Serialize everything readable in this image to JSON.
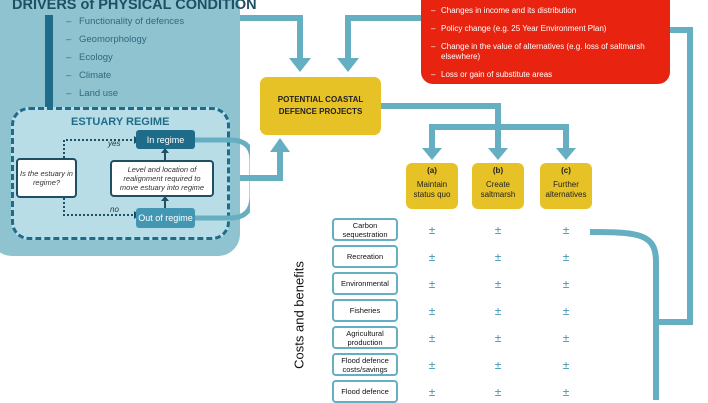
{
  "drivers": {
    "title": "DRIVERS of PHYSICAL CONDITION",
    "items": [
      "Functionality of defences",
      "Geomorphology",
      "Ecology",
      "Climate",
      "Land use"
    ]
  },
  "estuary": {
    "title": "ESTUARY REGIME",
    "question": "Is the estuary in regime?",
    "realignment": "Level and location of realignment required to move estuary into regime",
    "in_regime": "In regime",
    "out_regime": "Out of regime",
    "yes": "yes",
    "no": "no"
  },
  "economic": {
    "items": [
      "Changes in income and its distribution",
      "Policy change (e.g. 25 Year Environment Plan)",
      "Change in the value of alternatives (e.g. loss of saltmarsh elsewhere)",
      "Loss or gain of substitute areas"
    ]
  },
  "projects": {
    "title": "POTENTIAL COASTAL DEFENCE PROJECTS"
  },
  "options": [
    {
      "tag": "(a)",
      "label": "Maintain status quo"
    },
    {
      "tag": "(b)",
      "label": "Create saltmarsh"
    },
    {
      "tag": "(c)",
      "label": "Further alternatives"
    }
  ],
  "costs": {
    "axis_label": "Costs and benefits",
    "symbol": "±",
    "rows": [
      "Carbon sequestration",
      "Recreation",
      "Environmental",
      "Fisheries",
      "Agricultural production",
      "Flood defence costs/savings",
      "Flood defence"
    ]
  },
  "colors": {
    "drivers_bg": "#8fc3d0",
    "estuary_bg": "#b9dde7",
    "arrow": "#66aec2",
    "economic_bg": "#e8230f",
    "project_bg": "#e6c227"
  }
}
